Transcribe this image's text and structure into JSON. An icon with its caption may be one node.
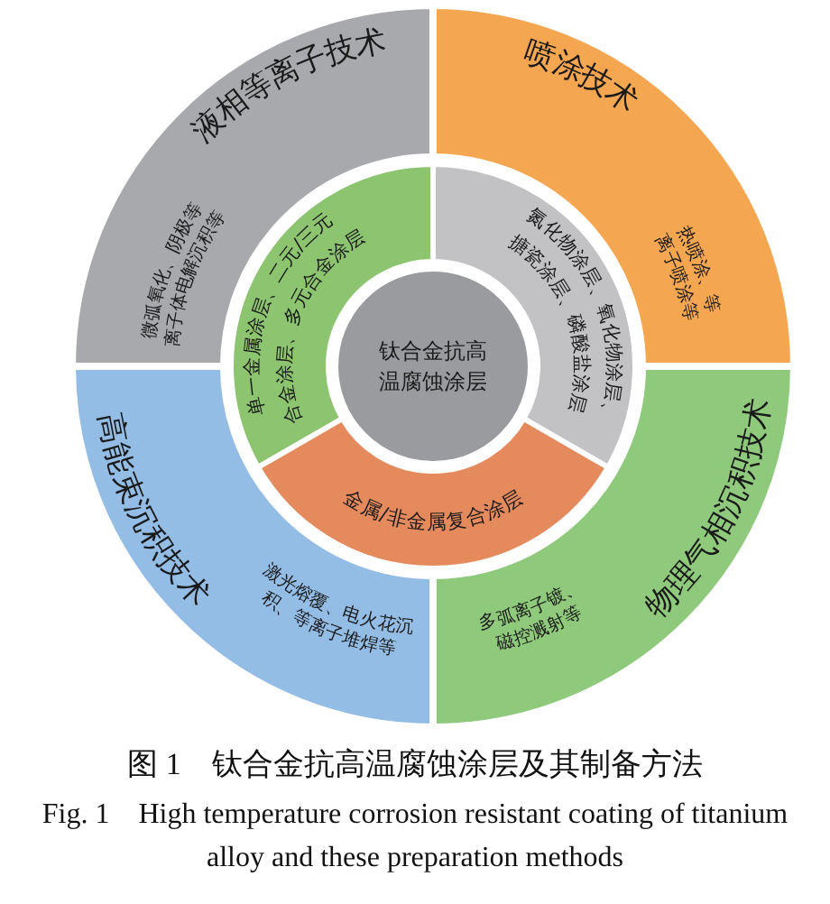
{
  "diagram": {
    "title": "图 1　钛合金抗高温腐蚀涂层及其制备方法",
    "caption": "Fig. 1　High temperature corrosion resistant coating of titanium alloy and these preparation methods",
    "nodes": [
      {
        "text": [
          "钛合金抗高温腐蚀涂层"
        ]
      },
      {
        "text": [
          "单一金属涂层、二元/三元合金涂层、多元合金涂层"
        ]
      },
      {
        "text": [
          "氮化物涂层、氧化物涂层、搪瓷涂层、磷酸盐涂层"
        ]
      },
      {
        "text": [
          "金属/非金属复合涂层"
        ]
      },
      {
        "text": [
          "液相等离子技术",
          "微弧氧化、阴极等离子体电解沉积等"
        ]
      },
      {
        "text": [
          "喷涂技术",
          "热喷涂、等离子喷涂等"
        ]
      },
      {
        "text": [
          "高能束沉积技术",
          "激光熔覆、电火花沉积、等离子堆焊等"
        ]
      },
      {
        "text": [
          "物理气相沉积技术",
          "多弧离子镀、磁控溅射等"
        ]
      }
    ]
  }
}
